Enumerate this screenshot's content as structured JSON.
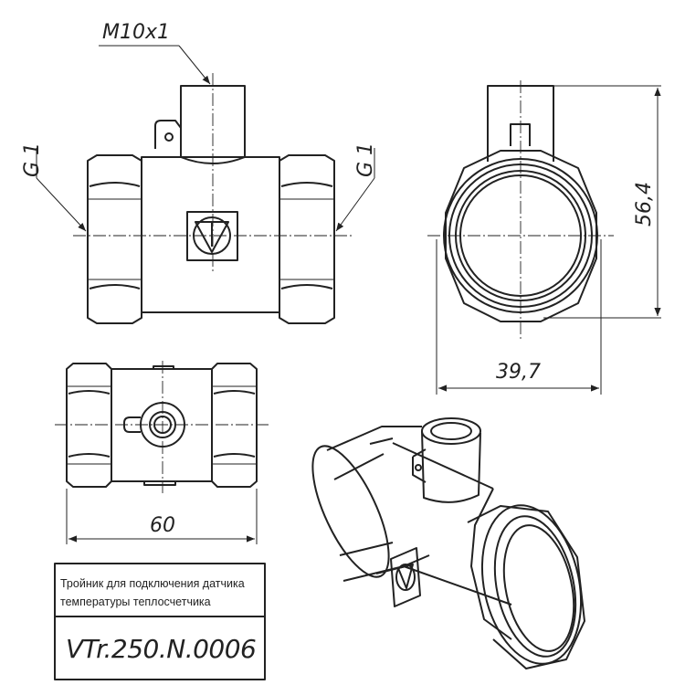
{
  "dimensions": {
    "thread_top": "M10x1",
    "thread_left": "G 1",
    "thread_right": "G 1",
    "height": "56,4",
    "width_side": "39,7",
    "length": "60"
  },
  "title_block": {
    "description_line1": "Тройник для подключения датчика",
    "description_line2": "температуры теплосчетчика",
    "code": "VTr.250.N.0006"
  },
  "colors": {
    "line": "#222222",
    "background": "#ffffff"
  }
}
